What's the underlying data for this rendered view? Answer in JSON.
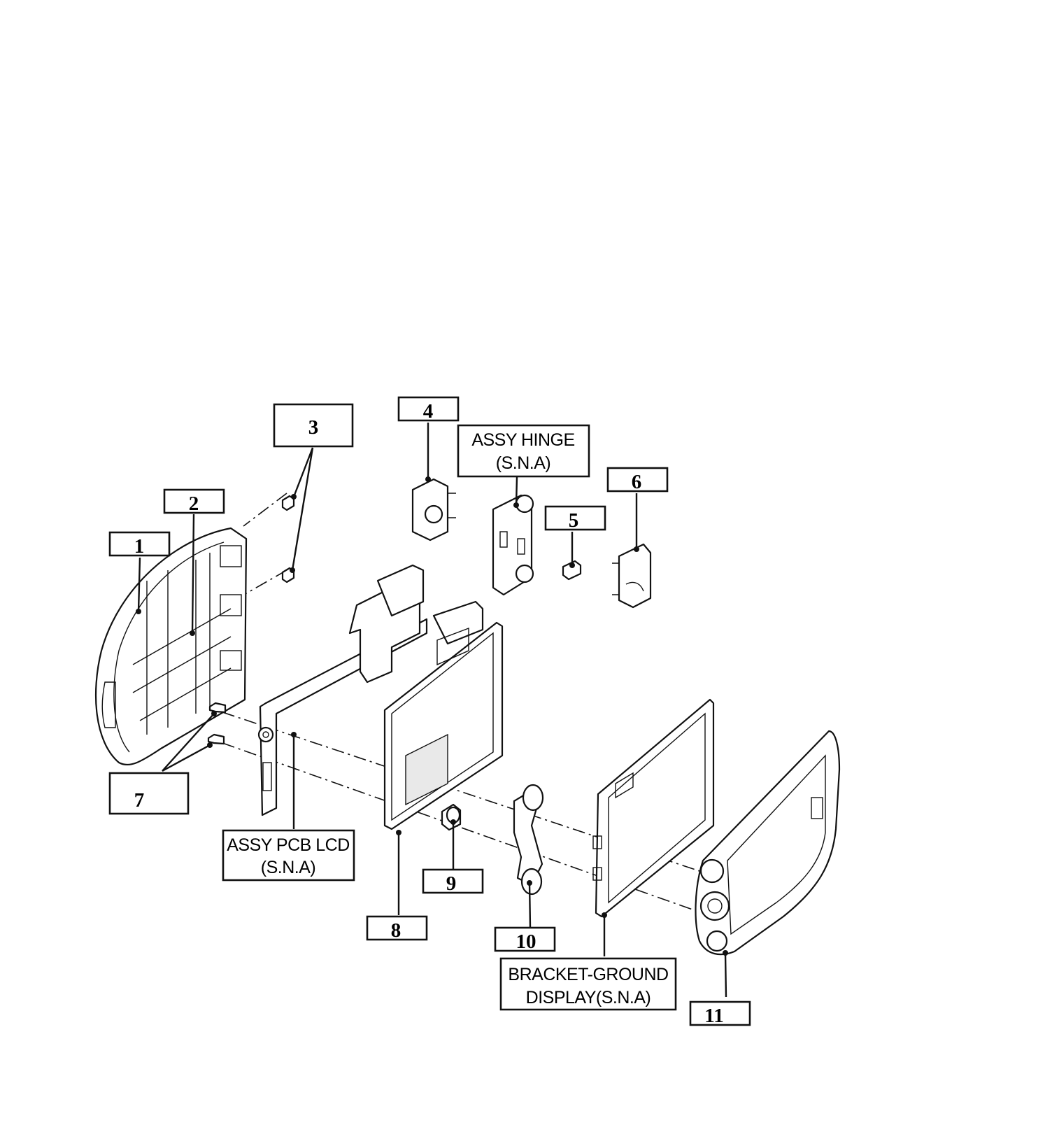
{
  "callouts": [
    {
      "id": "1",
      "text": "1"
    },
    {
      "id": "2",
      "text": "2"
    },
    {
      "id": "3",
      "text": "3"
    },
    {
      "id": "4",
      "text": "4"
    },
    {
      "id": "5",
      "text": "5"
    },
    {
      "id": "6",
      "text": "6"
    },
    {
      "id": "7",
      "text": "7"
    },
    {
      "id": "8",
      "text": "8"
    },
    {
      "id": "9",
      "text": "9"
    },
    {
      "id": "10",
      "text": "10"
    },
    {
      "id": "11",
      "text": "11"
    }
  ],
  "labels": {
    "assy_hinge": {
      "line1": "ASSY HINGE",
      "line2": "(S.N.A)"
    },
    "assy_pcb_lcd": {
      "line1": "ASSY PCB LCD",
      "line2": "(S.N.A)"
    },
    "bracket_ground": {
      "line1": "BRACKET-GROUND",
      "line2": "DISPLAY(S.N.A)"
    }
  }
}
